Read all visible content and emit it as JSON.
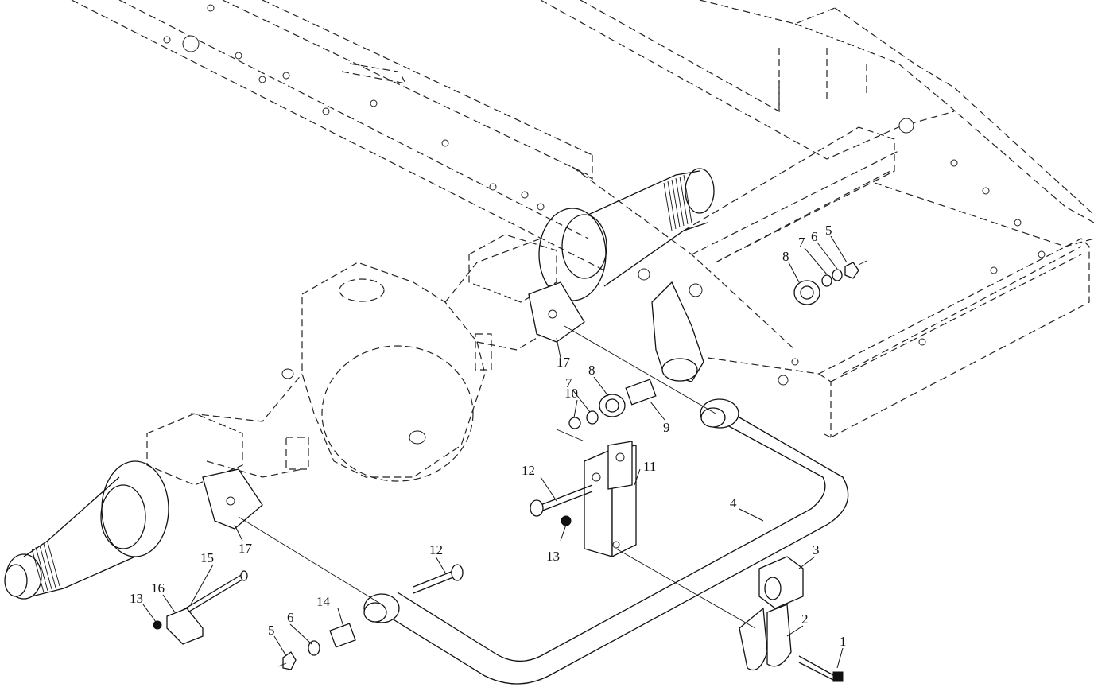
{
  "diagram": {
    "callouts": [
      "1",
      "2",
      "3",
      "4",
      "5",
      "6",
      "7",
      "8",
      "9",
      "10",
      "11",
      "12",
      "13",
      "14",
      "15",
      "16",
      "17"
    ],
    "labels": {
      "c1": "1",
      "c2": "2",
      "c3": "3",
      "c4": "4",
      "c5a": "5",
      "c5b": "5",
      "c6a": "6",
      "c6b": "6",
      "c7a": "7",
      "c7b": "7",
      "c8a": "8",
      "c8b": "8",
      "c9": "9",
      "c10": "10",
      "c11": "11",
      "c12a": "12",
      "c12b": "12",
      "c13a": "13",
      "c13b": "13",
      "c14": "14",
      "c15": "15",
      "c16": "16",
      "c17a": "17",
      "c17b": "17"
    }
  }
}
